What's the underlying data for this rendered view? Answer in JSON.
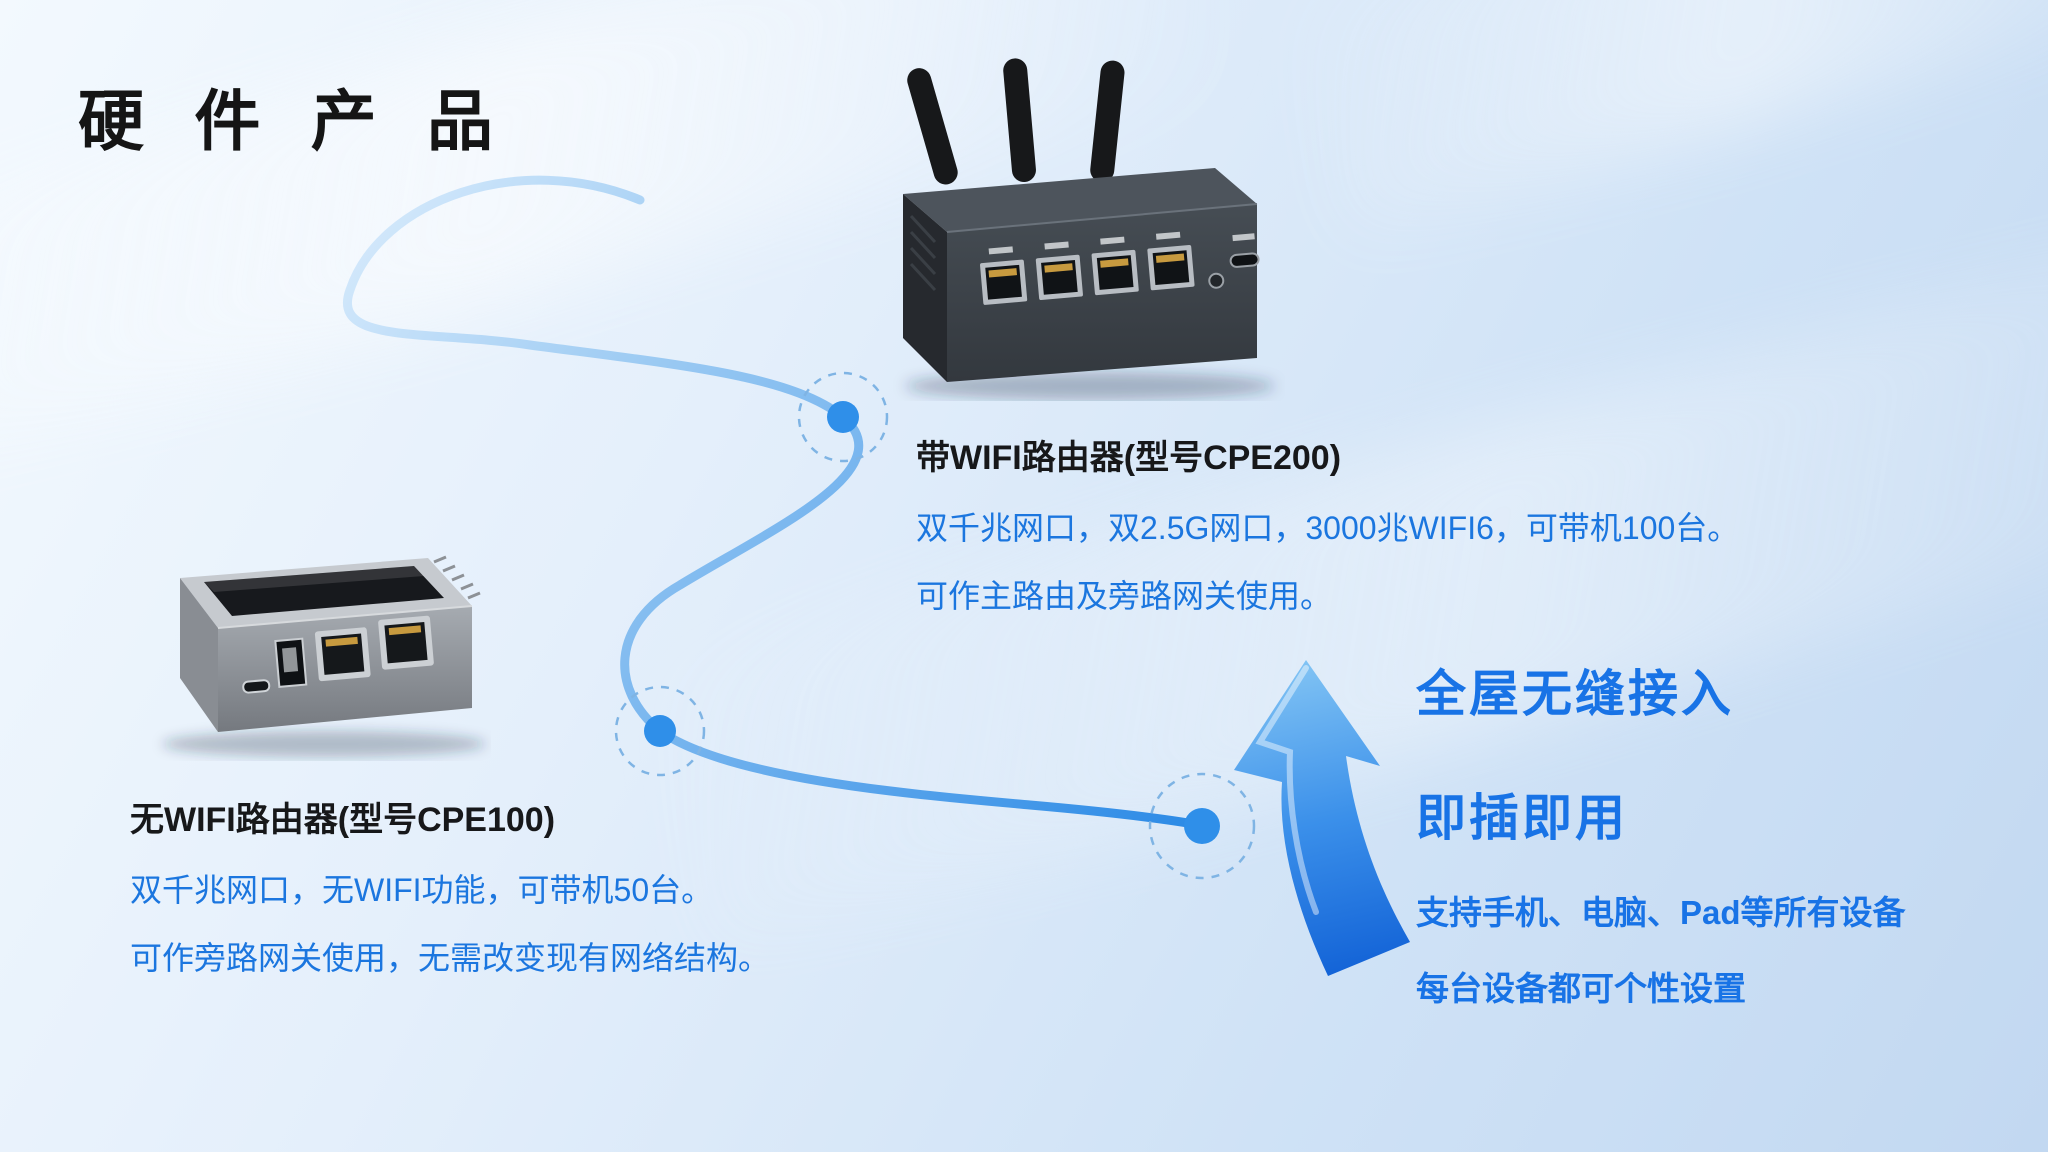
{
  "page": {
    "title": "硬 件 产 品"
  },
  "products": [
    {
      "id": "CPE200",
      "name": "带WIFI路由器(型号CPE200)",
      "desc_lines": [
        "双千兆网口，双2.5G网口，3000兆WIFI6，可带机100台。",
        "可作主路由及旁路网关使用。"
      ]
    },
    {
      "id": "CPE100",
      "name": "无WIFI路由器(型号CPE100)",
      "desc_lines": [
        "双千兆网口，无WIFI功能，可带机50台。",
        "可作旁路网关使用，无需改变现有网络结构。"
      ]
    }
  ],
  "benefits": {
    "headline1": "全屋无缝接入",
    "headline2": "即插即用",
    "lines": [
      "支持手机、电脑、Pad等所有设备",
      "每台设备都可个性设置"
    ]
  },
  "graphics": {
    "connector": "curved-line-with-three-connection-dots",
    "arrow": "up-arrow"
  },
  "colors": {
    "accent_blue": "#1b76df",
    "headline_blue": "#1873e6",
    "title_black": "#151515",
    "curve_blue": "#2b8ae6",
    "background_light": "#f3f9fe",
    "background_deep": "#c2d8f1"
  }
}
